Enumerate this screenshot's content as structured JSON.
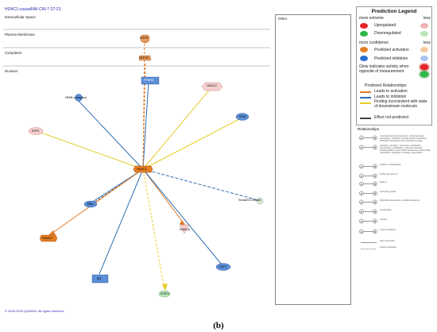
{
  "header": {
    "title": "HDAC1-causalNW-CIN-7-27-23",
    "copyright": "© 2000-2023 QIAGEN. All rights reserved."
  },
  "compartments": {
    "extracellular": "Extracellular Space",
    "plasma_membrane": "Plasma Membrane",
    "cytoplasm": "Cytoplasm",
    "nucleus": "Nucleus",
    "other": "Other"
  },
  "nodes": {
    "egfr": "EGFR",
    "eef2k": "EEF2K",
    "pparg": "PPARG",
    "hdac2": "HDAC2",
    "nfkb": "NFkB (complex)",
    "e2f3": "E2F3",
    "tp53": "TP53",
    "hdac1": "HDAC1",
    "rb1": "RB1",
    "smad3_4": "Smad2/3-Smad4",
    "kdm1a": "KDM1A",
    "smad7": "SMAD7",
    "lef1": "LEF1",
    "ar": "AR",
    "stat1": "STAT1"
  },
  "legend": {
    "title": "Prediction Legend",
    "more_extreme": "more extreme",
    "less": "less",
    "upregulated": "Upregulated",
    "downregulated": "Downregulated",
    "more_confidence": "more confidence",
    "less2": "less",
    "predicted_activation": "Predicted activation",
    "predicted_inhibition": "Predicted inhibition",
    "glow": "Glow indicates activity when opposite of measurement",
    "relationships_title": "Predicted Relationships",
    "leads_activation": "Leads to activation",
    "leads_inhibition": "Leads to inhibition",
    "inconsistent": "Finding inconsistent with state of downstream molecule",
    "not_predicted": "Effect not predicted",
    "colors": {
      "up_strong": "#e8242a",
      "up_weak": "#f2b4b4",
      "down_strong": "#2db84a",
      "down_weak": "#b8e6b8",
      "act_strong": "#e67e22",
      "act_weak": "#f5c9a0",
      "inh_strong": "#2a6fcf",
      "inh_weak": "#a9c4ec",
      "line_act": "#e07b28",
      "line_inh": "#2f6fb4",
      "line_inconsistent": "#e6cc28",
      "line_notpred": "#444444"
    }
  },
  "relationships": {
    "title": "Relationships",
    "items": [
      "chemical-chemical interactions, chemical-protein interactions, correlation, protein-protein interactions, RNA-RNA interactions and molecular cleavage",
      "activation, causation, expression, localization, membership, modification, molecular cleavage, phosphorylation, protein-DNA interactions, protein-RNA interactions, regulation of binding, transcription",
      "inhibition, ubiquitination",
      "inhibits and acts on",
      "leads to",
      "processing yields",
      "RNA-RNA interactions, microRNA targeting",
      "translocation",
      "reaction",
      "enzyme catalysis",
      "direct interaction",
      "indirect interaction"
    ]
  },
  "caption": "(b)"
}
